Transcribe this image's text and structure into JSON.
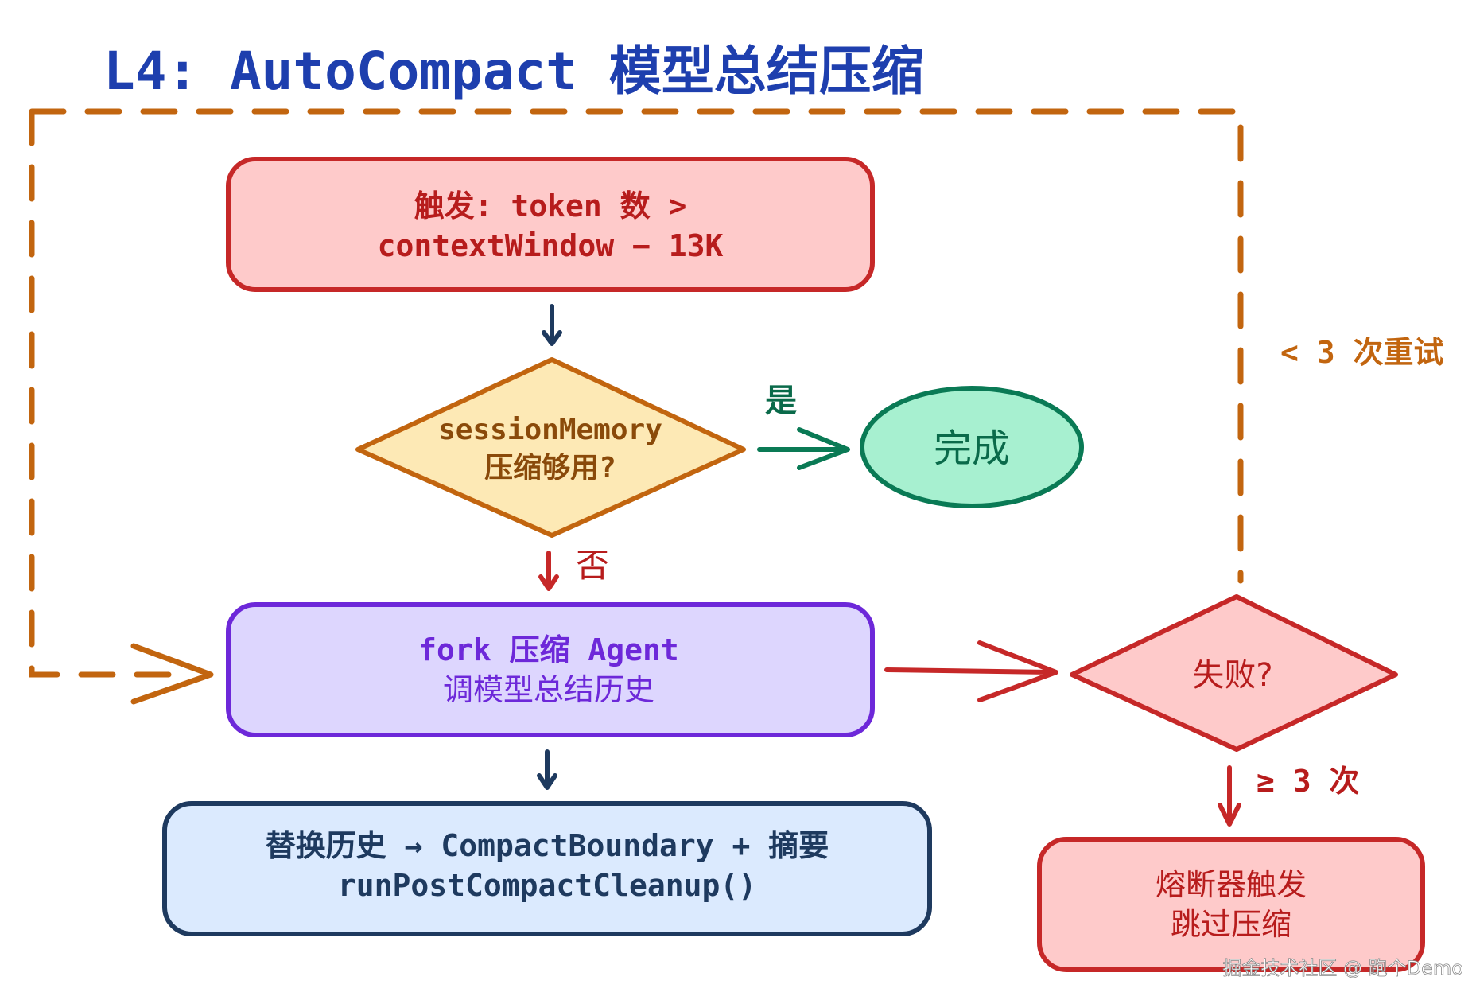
{
  "title": "L4: AutoCompact 模型总结压缩",
  "nodes": {
    "trigger": {
      "line1": "触发: token 数 >",
      "line2": "contextWindow − 13K"
    },
    "session_decision": {
      "line1": "sessionMemory",
      "line2": "压缩够用?"
    },
    "done": {
      "label": "完成"
    },
    "fork": {
      "line1": "fork 压缩 Agent",
      "line2": "调模型总结历史"
    },
    "fail_decision": {
      "label": "失败?"
    },
    "replace": {
      "line1": "替换历史 → CompactBoundary + 摘要",
      "line2": "runPostCompactCleanup()"
    },
    "breaker": {
      "line1": "熔断器触发",
      "line2": "跳过压缩"
    }
  },
  "edge_labels": {
    "yes": "是",
    "no": "否",
    "retry": "< 3 次重试",
    "ge3": "≥ 3 次"
  },
  "watermark": "掘金技术社区 @ 跑个Demo",
  "colors": {
    "title": "#1e3fae",
    "trigger_fill": "#fecaca",
    "trigger_stroke": "#c62828",
    "trigger_text": "#b71c1c",
    "session_fill": "#fde9b5",
    "session_stroke": "#c2650f",
    "session_text": "#8a4a0a",
    "done_fill": "#a7f0d0",
    "done_stroke": "#0a7a55",
    "done_text": "#0a6a4a",
    "fork_fill": "#ddd6fe",
    "fork_stroke": "#6d28d9",
    "fork_text": "#6d28d9",
    "fail_fill": "#fecaca",
    "fail_stroke": "#c62828",
    "fail_text": "#b71c1c",
    "replace_fill": "#dbeafe",
    "replace_stroke": "#1e3a5f",
    "replace_text": "#1e3a5f",
    "breaker_fill": "#fecaca",
    "breaker_stroke": "#c62828",
    "breaker_text": "#b71c1c",
    "dash_loop": "#c2650f",
    "arrow_navy": "#1e3a5f",
    "arrow_red": "#c62828",
    "arrow_green": "#0a7a55"
  }
}
